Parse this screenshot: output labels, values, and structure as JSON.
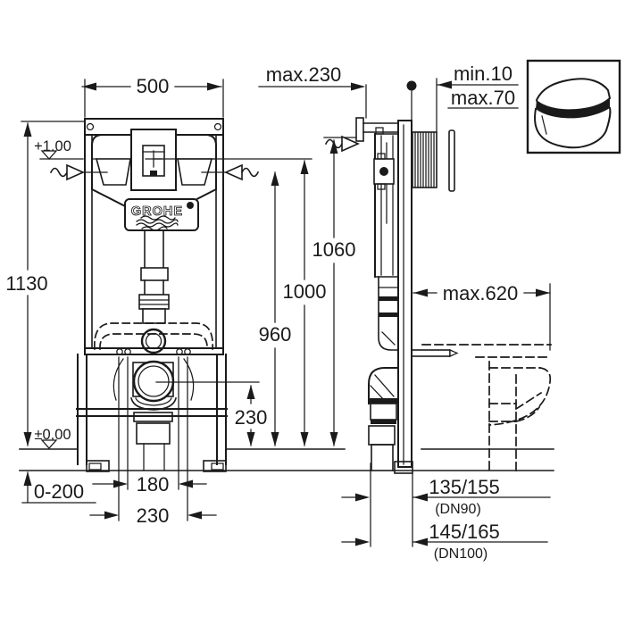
{
  "brand": {
    "name": "GROHE"
  },
  "labels": {
    "front": {
      "width": "500",
      "height": "1130",
      "level_upper": "+1,00",
      "level_zero": "±0,00",
      "adjust_range": "0-200",
      "spacing_inner": "180",
      "spacing_outer": "230",
      "drain_height": "230",
      "h960": "960",
      "h1000": "1000",
      "h1060": "1060"
    },
    "side": {
      "depth_max": "max.230",
      "wall_min": "min.10",
      "wall_max": "max.70",
      "projection_max": "max.620",
      "offset_dn90": "135/155",
      "dn90": "(DN90)",
      "offset_dn100": "145/165",
      "dn100": "(DN100)"
    }
  },
  "icons": {
    "wall_break": "squiggle-arrow",
    "level_mark": "open-triangle",
    "registered_mark": "filled-dot",
    "wall_anchor": "filled-dot",
    "toilet_pictogram": "wall-hung-wc"
  },
  "colors": {
    "ink": "#1a1a1a",
    "paper": "#ffffff"
  }
}
